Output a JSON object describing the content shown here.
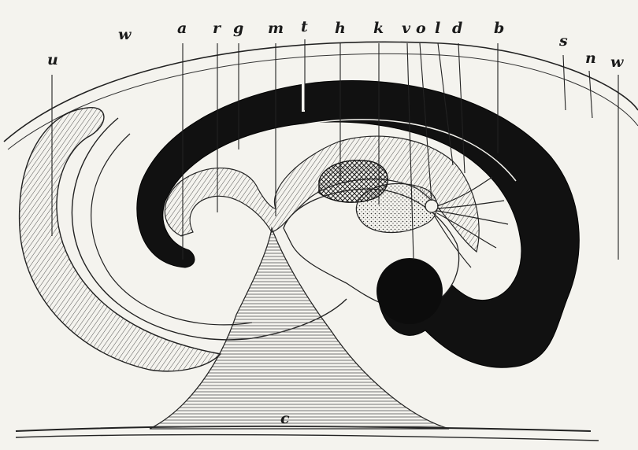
{
  "labels": {
    "u": "u",
    "w_left": "w",
    "a": "a",
    "r": "r",
    "g": "g",
    "m": "m",
    "t": "t",
    "h": "h",
    "k": "k",
    "v": "v",
    "o": "o",
    "l": "l",
    "d": "d",
    "b": "b",
    "s": "s",
    "n": "n",
    "w_right": "w",
    "c": "c"
  }
}
